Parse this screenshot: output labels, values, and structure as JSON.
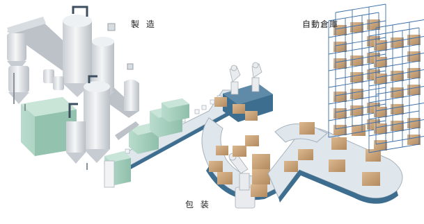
{
  "labels": {
    "manufacturing": "製 造",
    "automated_warehouse": "自動倉庫",
    "packaging": "包 装"
  },
  "colors": {
    "tank": "#e6e9ec",
    "tank_shade": "#c9ced3",
    "machine": "#a9cfc0",
    "machine_dark": "#7fb09c",
    "conveyor": "#3d6e8f",
    "conveyor_top": "#dfe6ec",
    "box": "#caa47a",
    "box_dark": "#a9845c",
    "rack": "#3b6faa",
    "robot": "#e9ebee"
  },
  "icons": [
    "silo-icon",
    "robot-arm-icon",
    "conveyor-icon",
    "storage-rack-icon",
    "cardboard-box-icon"
  ]
}
